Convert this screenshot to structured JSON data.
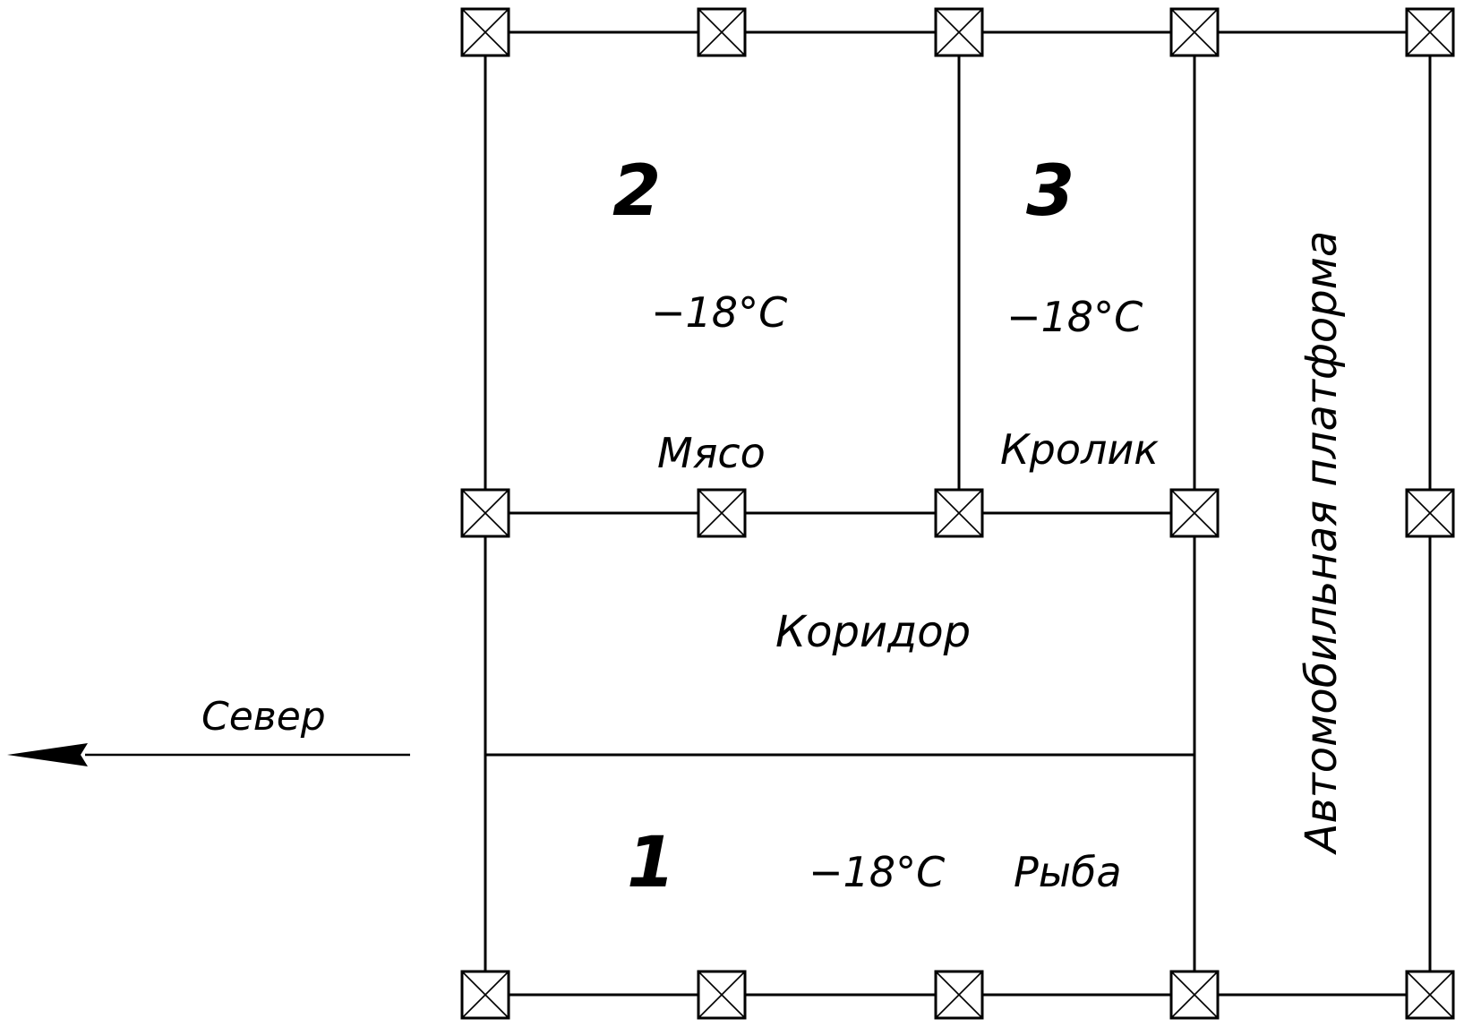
{
  "rooms": [
    {
      "number": "2",
      "temperature": "−18°C",
      "name": "Мясо"
    },
    {
      "number": "3",
      "temperature": "−18°C",
      "name": "Кролик"
    },
    {
      "number": "1",
      "temperature": "−18°C",
      "name": "Рыба"
    }
  ],
  "corridor": {
    "name": "Коридор"
  },
  "platform": {
    "name": "Автомобильная платформа"
  },
  "compass": {
    "label": "Север"
  },
  "colors": {
    "line": "#000000",
    "background": "#ffffff"
  }
}
